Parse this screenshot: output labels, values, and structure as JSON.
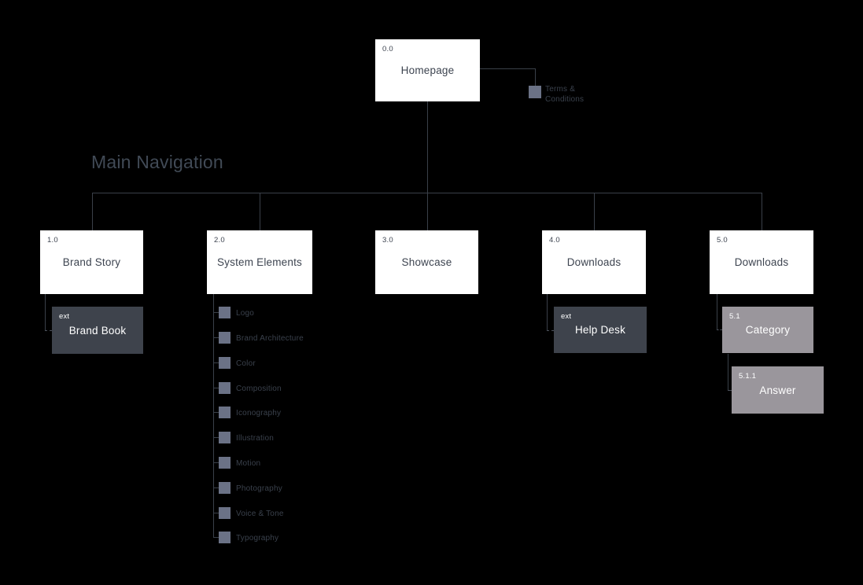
{
  "section_label": "Main Navigation",
  "colors": {
    "background": "#000000",
    "connector_line": "#3a4049",
    "node_white": "#ffffff",
    "node_dark": "#3e434c",
    "node_gray": "#9a969c",
    "bullet_square": "#6b7286",
    "text_dark": "#3d4450",
    "text_dim": "#3a414c",
    "text_light": "#ffffff"
  },
  "nodes": {
    "homepage": {
      "number": "0.0",
      "title": "Homepage"
    },
    "terms": {
      "title": "Terms & Conditions"
    },
    "brand_story": {
      "number": "1.0",
      "title": "Brand Story"
    },
    "system_elements": {
      "number": "2.0",
      "title": "System Elements"
    },
    "showcase": {
      "number": "3.0",
      "title": "Showcase"
    },
    "downloads_4": {
      "number": "4.0",
      "title": "Downloads"
    },
    "downloads_5": {
      "number": "5.0",
      "title": "Downloads"
    },
    "brand_book": {
      "number": "ext",
      "title": "Brand Book"
    },
    "help_desk": {
      "number": "ext",
      "title": "Help Desk"
    },
    "category": {
      "number": "5.1",
      "title": "Category"
    },
    "answer": {
      "number": "5.1.1",
      "title": "Answer"
    }
  },
  "system_elements_items": [
    "Logo",
    "Brand Architecture",
    "Color",
    "Composition",
    "Iconography",
    "Illustration",
    "Motion",
    "Photography",
    "Voice & Tone",
    "Typography"
  ]
}
